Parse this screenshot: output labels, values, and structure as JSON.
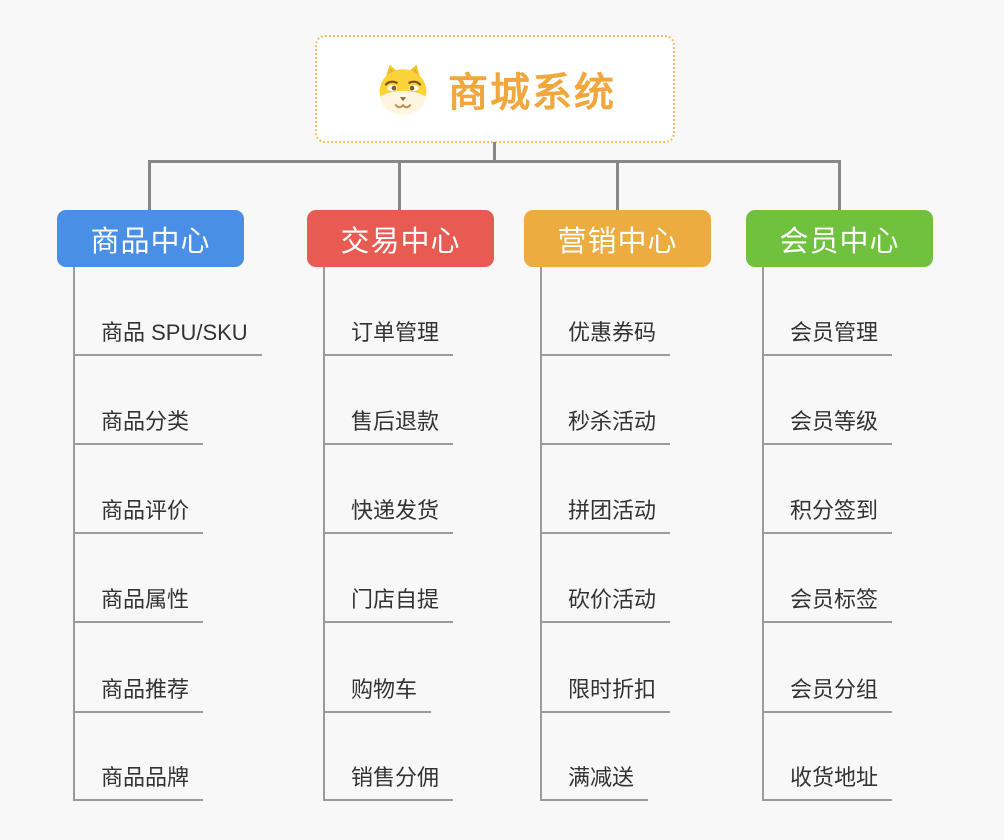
{
  "theme": {
    "background": "#f8f8f8",
    "connector_color": "#878787",
    "underline_color": "#9b9b9b",
    "leaf_text_color": "#333333"
  },
  "root": {
    "label": "商城系统",
    "icon": "shiba-dog-face-icon",
    "text_color": "#f0a73e",
    "border_color": "#f2c063"
  },
  "branches": [
    {
      "label": "商品中心",
      "color": "#4a8fe6",
      "items": [
        "商品 SPU/SKU",
        "商品分类",
        "商品评价",
        "商品属性",
        "商品推荐",
        "商品品牌"
      ]
    },
    {
      "label": "交易中心",
      "color": "#e75b52",
      "items": [
        "订单管理",
        "售后退款",
        "快递发货",
        "门店自提",
        "购物车",
        "销售分佣"
      ]
    },
    {
      "label": "营销中心",
      "color": "#ecac40",
      "items": [
        "优惠券码",
        "秒杀活动",
        "拼团活动",
        "砍价活动",
        "限时折扣",
        "满减送"
      ]
    },
    {
      "label": "会员中心",
      "color": "#6fc13e",
      "items": [
        "会员管理",
        "会员等级",
        "积分签到",
        "会员标签",
        "会员分组",
        "收货地址"
      ]
    }
  ]
}
